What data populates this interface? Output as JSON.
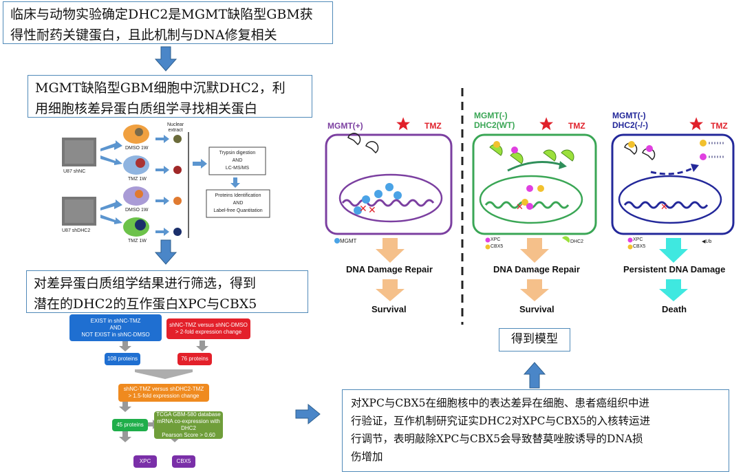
{
  "box1": [
    "临床与动物实验确定DHC2是MGMT缺陷型GBM获",
    "得性耐药关键蛋白，且此机制与DNA修复相关"
  ],
  "box2": [
    "MGMT缺陷型GBM细胞中沉默DHC2，利",
    "用细胞核差异蛋白质组学寻找相关蛋白"
  ],
  "box3": [
    "对差异蛋白质组学结果进行筛选，得到",
    "潜在的DHC2的互作蛋白XPC与CBX5"
  ],
  "box4": [
    "对XPC与CBX5在细胞核中的表达差异在细胞、患者癌组织中进",
    "行验证，互作机制研究证实DHC2对XPC与CBX5的入核转运进",
    "行调节，表明敲除XPC与CBX5会导致替莫唑胺诱导的DNA损",
    "伤增加"
  ],
  "model_label": "得到模型",
  "proteomics": {
    "nuclear_extract": [
      "Nuclear",
      "extract"
    ],
    "shNC": "U87 shNC",
    "shDHC2": "U87 shDHC2",
    "dmso": "DMSO 1W",
    "tmz": "TMZ 1W",
    "step1": [
      "Trypsin digestion",
      "AND",
      "LC-MS/MS"
    ],
    "step2": [
      "Proteins Identification",
      "AND",
      "Label-free Quantitation"
    ]
  },
  "screening": {
    "exist": [
      "EXIST in shNC-TMZ",
      "AND",
      "NOT EXIST in shNC-DMSO"
    ],
    "versus1": [
      "shNC-TMZ versus shNC-DMSO",
      "> 2-fold expression change"
    ],
    "p108": "108 proteins",
    "p76": "76 proteins",
    "versus2": [
      "shNC-TMZ versus shDHC2-TMZ",
      "> 1.5-fold expression change"
    ],
    "p45": "45 proteins",
    "tcga": [
      "TCGA  GBM-580 database",
      "mRNA co-expression with DHC2",
      "Pearson Score > 0.60"
    ],
    "xpc": "XPC",
    "cbx5": "CBX5"
  },
  "model": {
    "tmz": "TMZ",
    "panel1": {
      "title": "MGMT(+)",
      "legend1": "MGMT",
      "repair": "DNA  Damage Repair",
      "outcome": "Survival"
    },
    "panel2": {
      "title": [
        "MGMT(-)",
        "DHC2(WT)"
      ],
      "legend_xpc": "XPC",
      "legend_cbx5": "CBX5",
      "legend_dhc2": "DHC2",
      "repair": "DNA Damage Repair",
      "outcome": "Survival"
    },
    "panel3": {
      "title": [
        "MGMT(-)",
        "DHC2(-/-)"
      ],
      "legend_xpc": "XPC",
      "legend_cbx5": "CBX5",
      "legend_ub": "Ub",
      "repair": "Persistent DNA Damage",
      "outcome": "Death"
    }
  },
  "colors": {
    "box_border": "#4f89b8",
    "arrow_blue": "#4a86c8",
    "purple": "#7b3fa0",
    "green": "#3aa655",
    "navy": "#23289a",
    "red": "#e0202a"
  }
}
